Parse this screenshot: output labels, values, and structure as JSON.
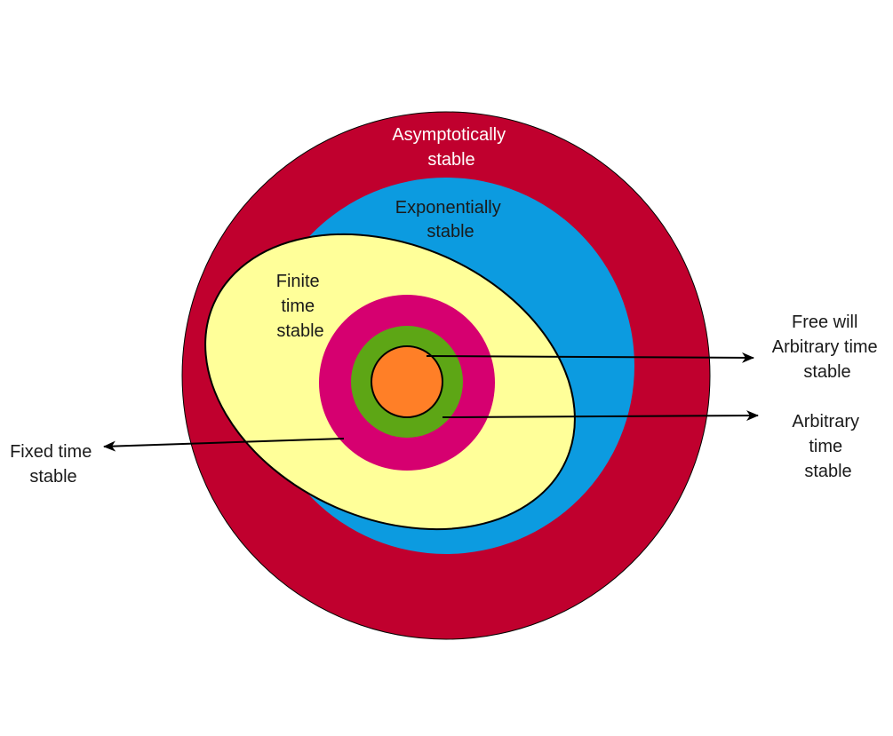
{
  "diagram": {
    "regions": [
      {
        "id": "asymptotically",
        "lines": [
          "Asymptotically",
          "stable"
        ],
        "fill": "#C0002E",
        "text_color": "#FFFFFF"
      },
      {
        "id": "exponentially",
        "lines": [
          "Exponentially",
          "stable"
        ],
        "fill": "#0C9BE0",
        "text_color": "#1A1A1A"
      },
      {
        "id": "finite_time",
        "lines": [
          "Finite",
          "time",
          "stable"
        ],
        "fill": "#FFFF99",
        "text_color": "#1A1A1A"
      },
      {
        "id": "fixed_time",
        "fill": "#D60070"
      },
      {
        "id": "arbitrary_time",
        "fill": "#5DA615"
      },
      {
        "id": "free_will",
        "fill": "#FF7F27"
      }
    ],
    "callouts": [
      {
        "id": "fixed_time",
        "lines": [
          "Fixed time",
          "stable"
        ]
      },
      {
        "id": "free_will",
        "lines": [
          "Free will",
          "Arbitrary time",
          "stable"
        ]
      },
      {
        "id": "arbitrary_time",
        "lines": [
          "Arbitrary",
          "time",
          "stable"
        ]
      }
    ],
    "colors": {
      "outline": "#000000",
      "arrow": "#000000",
      "label_text": "#1A1A1A"
    }
  }
}
